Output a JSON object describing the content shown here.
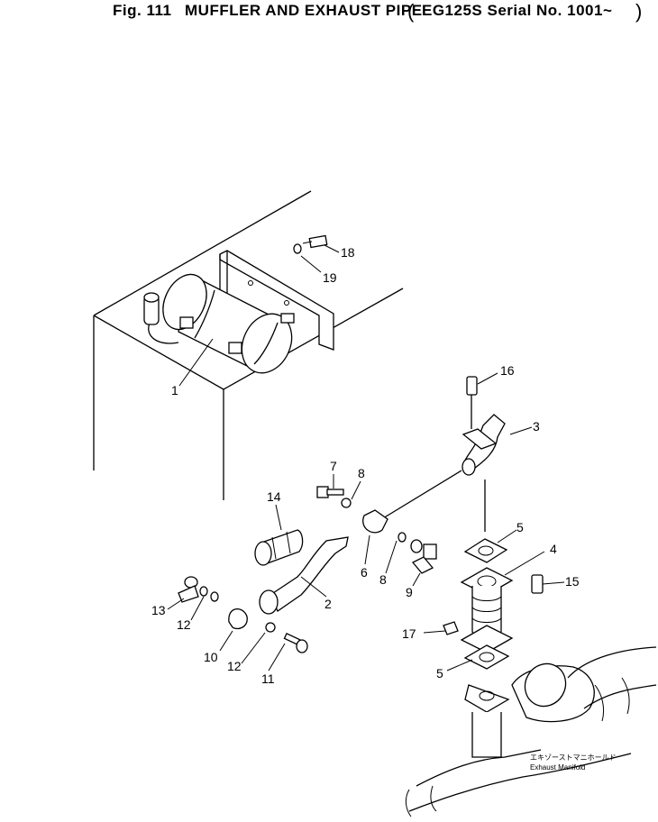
{
  "figure": {
    "fig_label": "Fig. 111",
    "title": "MUFFLER AND EXHAUST PIPE",
    "model": "EG125S Serial No. 1001~"
  },
  "callouts": [
    {
      "id": "1",
      "label": "1"
    },
    {
      "id": "2",
      "label": "2"
    },
    {
      "id": "3",
      "label": "3"
    },
    {
      "id": "4",
      "label": "4"
    },
    {
      "id": "5a",
      "label": "5"
    },
    {
      "id": "5b",
      "label": "5"
    },
    {
      "id": "6",
      "label": "6"
    },
    {
      "id": "7",
      "label": "7"
    },
    {
      "id": "8a",
      "label": "8"
    },
    {
      "id": "8b",
      "label": "8"
    },
    {
      "id": "9",
      "label": "9"
    },
    {
      "id": "10",
      "label": "10"
    },
    {
      "id": "11",
      "label": "11"
    },
    {
      "id": "12a",
      "label": "12"
    },
    {
      "id": "12b",
      "label": "12"
    },
    {
      "id": "13",
      "label": "13"
    },
    {
      "id": "14",
      "label": "14"
    },
    {
      "id": "15",
      "label": "15"
    },
    {
      "id": "16",
      "label": "16"
    },
    {
      "id": "17",
      "label": "17"
    },
    {
      "id": "18",
      "label": "18"
    },
    {
      "id": "19",
      "label": "19"
    }
  ],
  "manifold_caption": {
    "jp": "エキゾーストマニホールド",
    "en": "Exhaust Manifold"
  }
}
